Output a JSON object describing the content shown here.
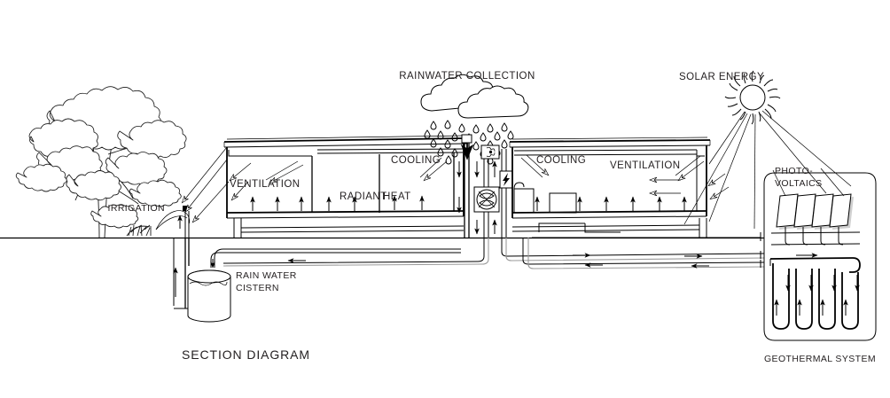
{
  "diagram": {
    "title": "SECTION DIAGRAM",
    "type": "architectural-section",
    "theme": "sustainable building systems"
  },
  "labels": {
    "rainwater_collection": "RAINWATER COLLECTION",
    "solar_energy": "SOLAR ENERGY",
    "photovoltaics_line1": "PHOTO-",
    "photovoltaics_line2": "VOLTAICS",
    "geothermal_system": "GEOTHERMAL SYSTEM",
    "rain_water_cistern_line1": "RAIN WATER",
    "rain_water_cistern_line2": "CISTERN",
    "irrigation": "IRRIGATION",
    "ventilation_left": "VENTILATION",
    "radiant": "RADIANT",
    "heat": "HEAT",
    "cooling_left": "COOLING",
    "cooling_right": "COOLING",
    "ventilation_right": "VENTILATION"
  },
  "icons": {
    "cloud": "rain-cloud-icon",
    "sun": "sun-icon",
    "tree": "tree-icon",
    "cistern": "water-tank-icon",
    "pump": "pump-icon",
    "electrical": "lightning-bolt-icon",
    "fan": "fan-icon",
    "pv_panel": "solar-panel-icon",
    "geothermal_loop": "geothermal-loop-icon",
    "sprinkler": "irrigation-sprinkler-icon"
  },
  "colors": {
    "line": "#000000",
    "text": "#231f20",
    "shadow": "#9a9a9a",
    "background": "#ffffff"
  },
  "systems": [
    {
      "name": "Rainwater collection",
      "flow": "roof to cistern"
    },
    {
      "name": "Solar energy",
      "flow": "sun to photovoltaics"
    },
    {
      "name": "Geothermal",
      "flow": "ground loop to building"
    },
    {
      "name": "Natural ventilation",
      "flow": "cross ventilation"
    },
    {
      "name": "Radiant heat",
      "flow": "floor slab"
    },
    {
      "name": "Irrigation",
      "flow": "cistern to landscape"
    }
  ]
}
